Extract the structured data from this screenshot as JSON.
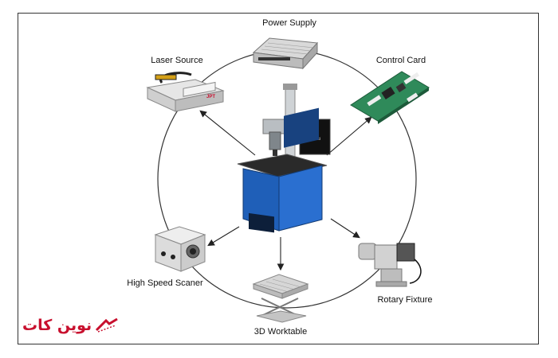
{
  "labels": {
    "power_supply": "Power Supply",
    "laser_source": "Laser Source",
    "control_card": "Control Card",
    "high_speed_scaner": "High Speed Scaner",
    "rotary_fixture": "Rotary Fixture",
    "worktable_3d": "3D Worktable"
  },
  "machine": {
    "brand_text": "N-Speed"
  },
  "laser_source_brand": "JPT",
  "logo": {
    "text": "نوین کات"
  },
  "colors": {
    "machine_blue": "#1f5fb8",
    "logo_red": "#c8102e",
    "pcb_green": "#2f8a5a",
    "ring": "#333333"
  }
}
